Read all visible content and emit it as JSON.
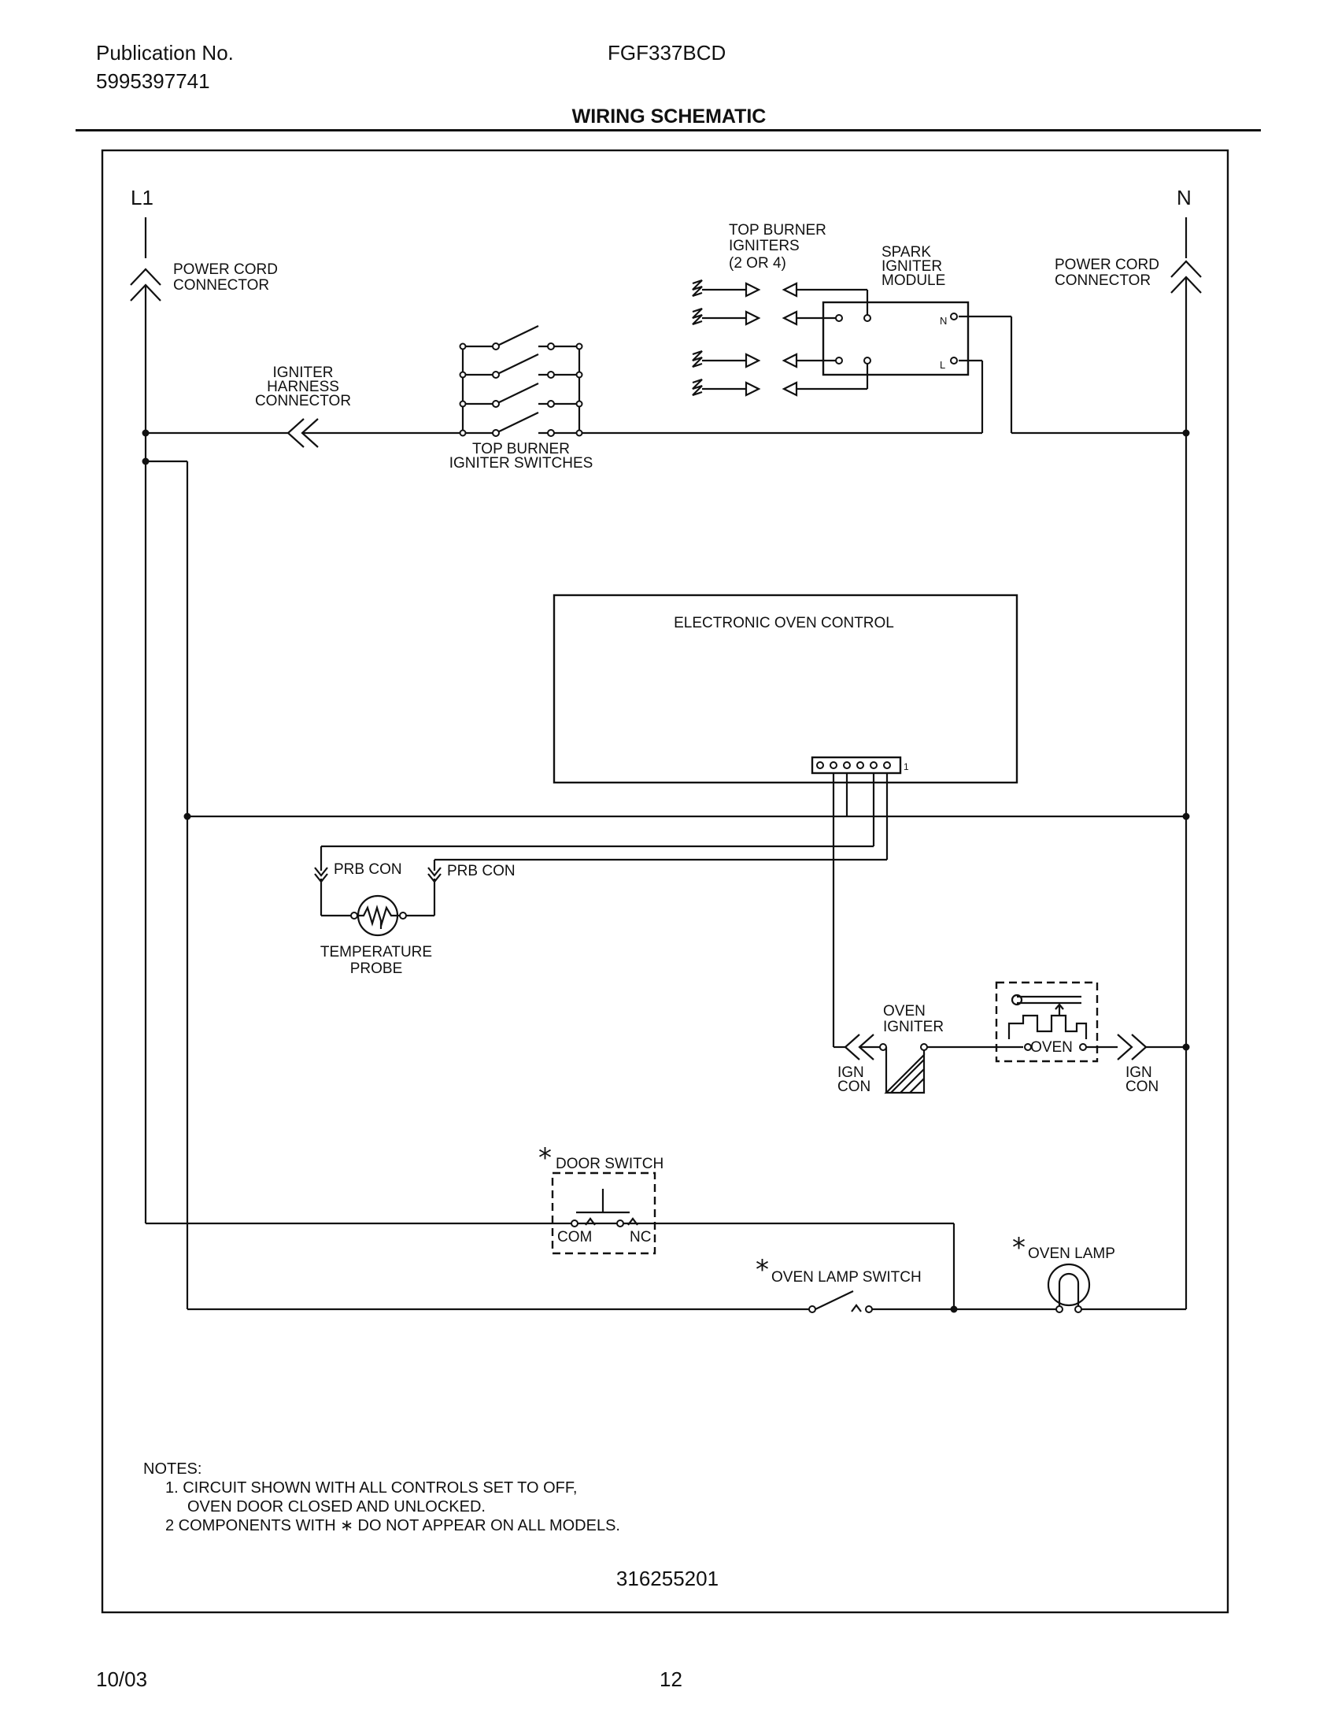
{
  "header": {
    "publication_label": "Publication No.",
    "publication_number": "5995397741",
    "model": "FGF337BCD",
    "title": "WIRING SCHEMATIC"
  },
  "footer": {
    "date": "10/03",
    "page": "12"
  },
  "schematic": {
    "line_label": "L1",
    "neutral_label": "N",
    "power_cord_left": [
      "POWER CORD",
      "CONNECTOR"
    ],
    "power_cord_right": [
      "POWER CORD",
      "CONNECTOR"
    ],
    "igniter_harness": [
      "IGNITER",
      "HARNESS",
      "CONNECTOR"
    ],
    "top_burner_switches": [
      "TOP BURNER",
      "IGNITER SWITCHES"
    ],
    "top_burner_igniters": [
      "TOP BURNER",
      "IGNITERS",
      "(2 OR 4)"
    ],
    "spark_module": [
      "SPARK",
      "IGNITER",
      "MODULE"
    ],
    "module_n": "N",
    "module_l": "L",
    "eoc": "ELECTRONIC OVEN CONTROL",
    "eoc_pin": "1",
    "prb_con_1": "PRB CON",
    "prb_con_2": "PRB CON",
    "temp_probe": [
      "TEMPERATURE",
      "PROBE"
    ],
    "oven_igniter": [
      "OVEN",
      "IGNITER"
    ],
    "ign_con_left": [
      "IGN",
      "CON"
    ],
    "ign_con_right": [
      "IGN",
      "CON"
    ],
    "oven_valve": "OVEN",
    "asterisk": "*",
    "door_switch": "DOOR SWITCH",
    "door_com": "COM",
    "door_nc": "NC",
    "oven_lamp_switch": "OVEN LAMP SWITCH",
    "oven_lamp": "OVEN LAMP",
    "part_number": "316255201"
  },
  "notes": {
    "heading": "NOTES:",
    "lines": [
      "1. CIRCUIT SHOWN WITH ALL CONTROLS SET TO OFF,",
      "OVEN DOOR CLOSED AND UNLOCKED.",
      "2 COMPONENTS WITH ∗ DO NOT APPEAR ON ALL MODELS."
    ]
  }
}
